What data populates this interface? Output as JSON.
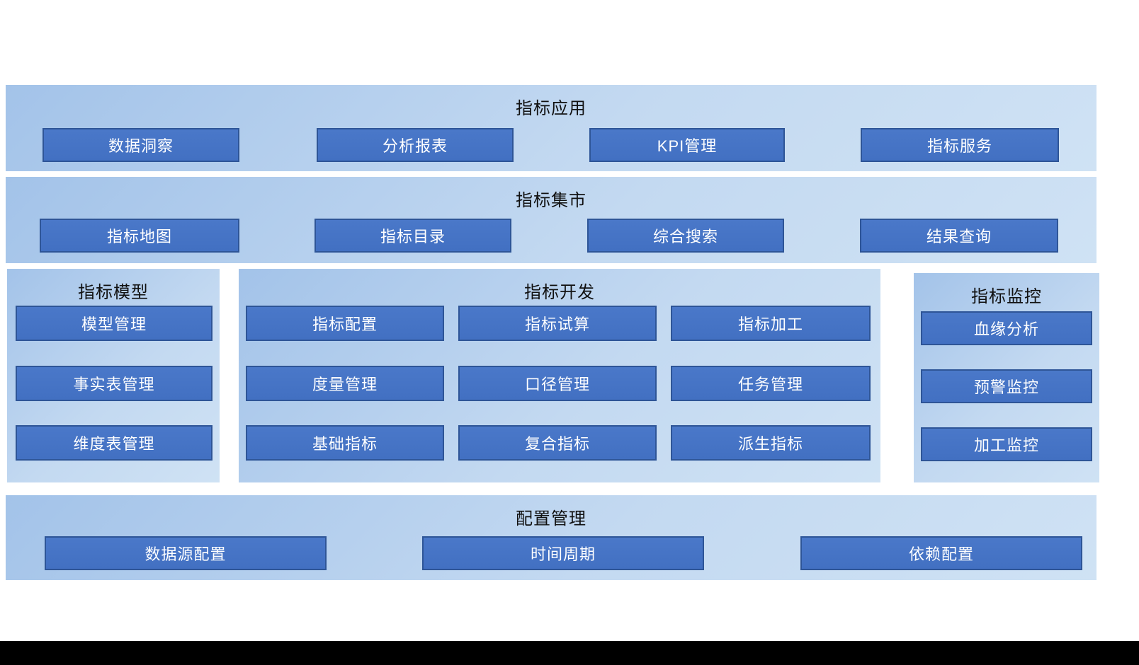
{
  "colors": {
    "panel_gradient_start": "#a3c3e9",
    "panel_gradient_end": "#cfe2f4",
    "box_fill": "#4472c4",
    "box_border": "#2e5597",
    "box_text": "#ffffff",
    "title_text": "#111111",
    "bottom_bar": "#000000"
  },
  "bands": [
    {
      "title": "指标应用",
      "items": [
        "数据洞察",
        "分析报表",
        "KPI管理",
        "指标服务"
      ]
    },
    {
      "title": "指标集市",
      "items": [
        "指标地图",
        "指标目录",
        "综合搜索",
        "结果查询"
      ]
    }
  ],
  "panels": {
    "model": {
      "title": "指标模型",
      "items": [
        "模型管理",
        "事实表管理",
        "维度表管理"
      ]
    },
    "develop": {
      "title": "指标开发",
      "items": [
        "指标配置",
        "指标试算",
        "指标加工",
        "度量管理",
        "口径管理",
        "任务管理",
        "基础指标",
        "复合指标",
        "派生指标"
      ]
    },
    "monitor": {
      "title": "指标监控",
      "items": [
        "血缘分析",
        "预警监控",
        "加工监控"
      ]
    }
  },
  "bottom_band": {
    "title": "配置管理",
    "items": [
      "数据源配置",
      "时间周期",
      "依赖配置"
    ]
  }
}
